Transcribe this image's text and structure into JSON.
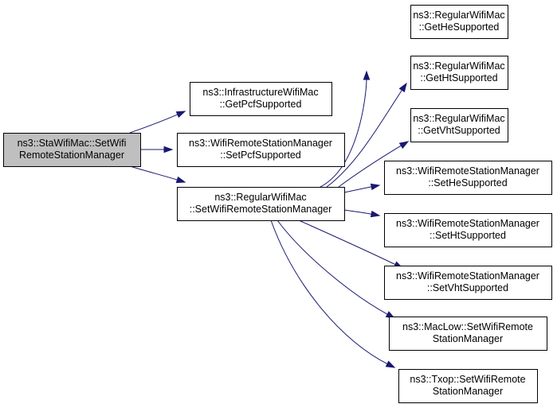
{
  "nodes": {
    "sta_set_wrsm": [
      "ns3::StaWifiMac::SetWifi",
      "RemoteStationManager"
    ],
    "infra_get_pcf": [
      "ns3::InfrastructureWifiMac",
      "::GetPcfSupported"
    ],
    "wrsm_set_pcf": [
      "ns3::WifiRemoteStationManager",
      "::SetPcfSupported"
    ],
    "regular_set_wrsm": [
      "ns3::RegularWifiMac",
      "::SetWifiRemoteStationManager"
    ],
    "regular_get_he": [
      "ns3::RegularWifiMac",
      "::GetHeSupported"
    ],
    "regular_get_ht": [
      "ns3::RegularWifiMac",
      "::GetHtSupported"
    ],
    "regular_get_vht": [
      "ns3::RegularWifiMac",
      "::GetVhtSupported"
    ],
    "wrsm_set_he": [
      "ns3::WifiRemoteStationManager",
      "::SetHeSupported"
    ],
    "wrsm_set_ht": [
      "ns3::WifiRemoteStationManager",
      "::SetHtSupported"
    ],
    "wrsm_set_vht": [
      "ns3::WifiRemoteStationManager",
      "::SetVhtSupported"
    ],
    "maclow_set_wrsm": [
      "ns3::MacLow::SetWifiRemote",
      "StationManager"
    ],
    "txop_set_wrsm": [
      "ns3::Txop::SetWifiRemote",
      "StationManager"
    ]
  },
  "edges": [
    [
      "sta_set_wrsm",
      "infra_get_pcf"
    ],
    [
      "sta_set_wrsm",
      "wrsm_set_pcf"
    ],
    [
      "sta_set_wrsm",
      "regular_set_wrsm"
    ],
    [
      "regular_set_wrsm",
      "regular_get_he"
    ],
    [
      "regular_set_wrsm",
      "regular_get_ht"
    ],
    [
      "regular_set_wrsm",
      "regular_get_vht"
    ],
    [
      "regular_set_wrsm",
      "wrsm_set_he"
    ],
    [
      "regular_set_wrsm",
      "wrsm_set_ht"
    ],
    [
      "regular_set_wrsm",
      "wrsm_set_vht"
    ],
    [
      "regular_set_wrsm",
      "maclow_set_wrsm"
    ],
    [
      "regular_set_wrsm",
      "txop_set_wrsm"
    ]
  ],
  "colors": {
    "edge": "#191970",
    "root_fill": "#bfbfbf",
    "node_fill": "#ffffff",
    "node_border": "#000000"
  }
}
